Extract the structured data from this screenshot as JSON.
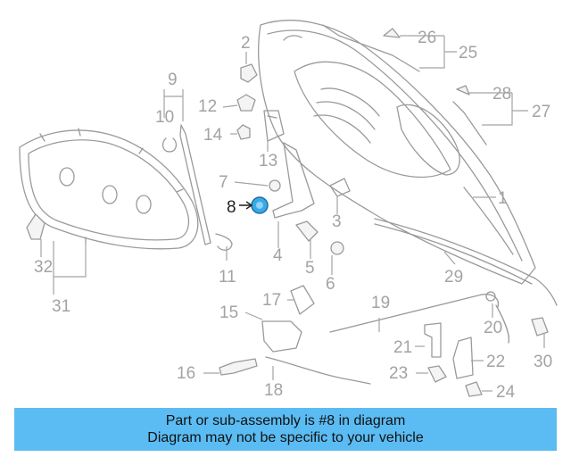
{
  "diagram": {
    "highlighted_part": "8",
    "highlight_color": "#3aa9e8",
    "callout_color": "#a3a3a3",
    "labels": {
      "p1": "1",
      "p2": "2",
      "p3": "3",
      "p4": "4",
      "p5": "5",
      "p6": "6",
      "p7": "7",
      "p8": "8",
      "p9": "9",
      "p10": "10",
      "p11": "11",
      "p12": "12",
      "p13": "13",
      "p14": "14",
      "p15": "15",
      "p16": "16",
      "p17": "17",
      "p18": "18",
      "p19": "19",
      "p20": "20",
      "p21": "21",
      "p22": "22",
      "p23": "23",
      "p24": "24",
      "p25": "25",
      "p26": "26",
      "p27": "27",
      "p28": "28",
      "p29": "29",
      "p30": "30",
      "p31": "31",
      "p32": "32"
    }
  },
  "caption": {
    "background": "#5bbcf3",
    "line1": "Part or sub-assembly is #8 in diagram",
    "line2": "Diagram may not be specific to your vehicle"
  }
}
